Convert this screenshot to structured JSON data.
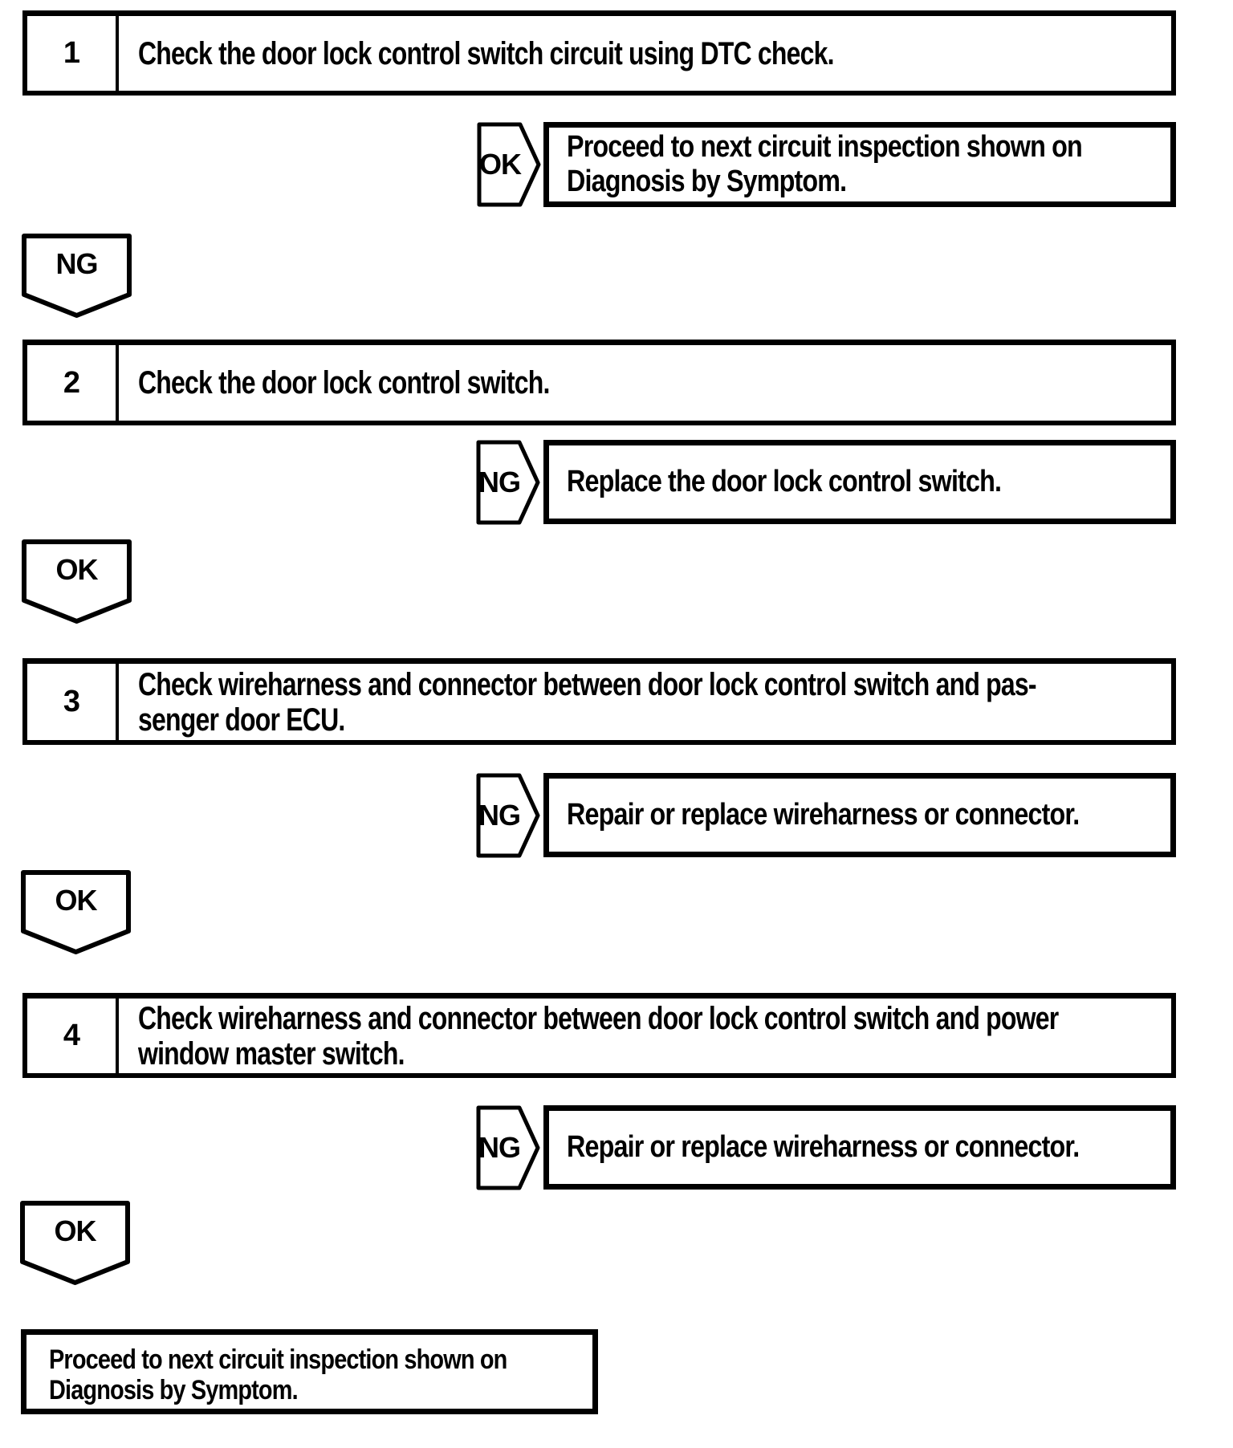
{
  "fc": {
    "colors": {
      "ink": "#000000",
      "paper": "#ffffff"
    },
    "steps": [
      {
        "number": "1",
        "lines": [
          "Check the door lock control switch circuit using DTC check."
        ]
      },
      {
        "number": "2",
        "lines": [
          "Check the door lock control switch."
        ]
      },
      {
        "number": "3",
        "lines": [
          "Check wireharness and connector between door lock control switch and pas-",
          "senger door ECU."
        ]
      },
      {
        "number": "4",
        "lines": [
          "Check wireharness and connector between door lock control switch and power",
          "window master switch."
        ]
      }
    ],
    "branches": [
      {
        "label": "OK",
        "lines": [
          "Proceed to next circuit inspection shown on",
          "Diagnosis by Symptom."
        ]
      },
      {
        "label": "NG",
        "lines": [
          "Replace the door lock control switch."
        ]
      },
      {
        "label": "NG",
        "lines": [
          "Repair or replace wireharness or connector."
        ]
      },
      {
        "label": "NG",
        "lines": [
          "Repair or replace wireharness or connector."
        ]
      }
    ],
    "connectors": [
      {
        "label": "NG"
      },
      {
        "label": "OK"
      },
      {
        "label": "OK"
      },
      {
        "label": "OK"
      }
    ],
    "end": {
      "lines": [
        "Proceed to next circuit inspection shown on",
        "Diagnosis by Symptom."
      ]
    }
  }
}
